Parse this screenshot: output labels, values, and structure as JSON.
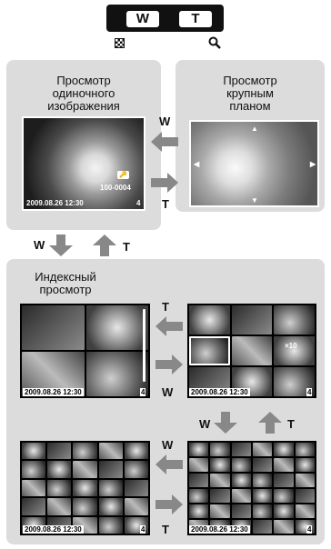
{
  "zoom_lever": {
    "w_key": "W",
    "t_key": "T"
  },
  "single_view": {
    "title": "Просмотр\nодиночного\nизображения",
    "file_number": "100-0004",
    "datetime": "2009.08.26  12:30",
    "count": "4"
  },
  "close_up": {
    "title": "Просмотр\nкрупным\nпланом"
  },
  "arrows": {
    "w_to_closeup_label": "W",
    "t_to_single_label": "T",
    "down_label": "W",
    "up_label": "T",
    "index_right_label": "T",
    "index_left_label": "W",
    "lower_down_label": "W",
    "lower_up_label": "T",
    "lower_left_label": "W",
    "lower_right_label": "T"
  },
  "index_view": {
    "title": "Индексный\nпросмотр",
    "datetime": "2009.08.26  12:30",
    "count": "4",
    "zoom_badge": "×10"
  }
}
